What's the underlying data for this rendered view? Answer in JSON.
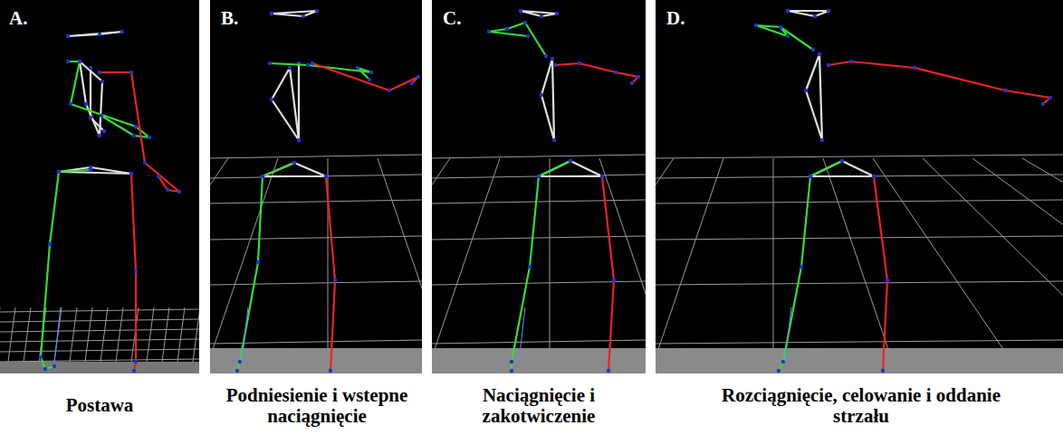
{
  "diagram": {
    "labels": [
      "A.",
      "B.",
      "C.",
      "D.",
      "Postawa",
      "Podniesienie i wstepne naciągnięcie",
      "Naciągnięcie i zakotwiczenie",
      "Rozciągnięcie, celowanie i oddanie strzału"
    ]
  }
}
